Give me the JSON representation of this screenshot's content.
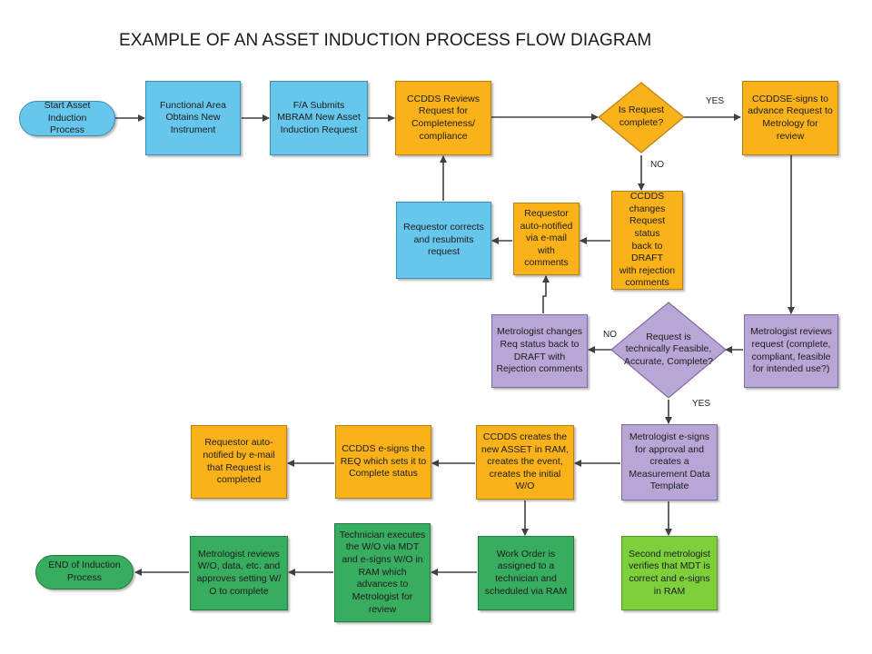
{
  "title": "EXAMPLE OF AN ASSET INDUCTION PROCESS FLOW DIAGRAM",
  "colors": {
    "blue": "#66c6ec",
    "orange": "#f9b21a",
    "purple": "#b8a6d6",
    "light_green": "#7dcf3c",
    "dark_green": "#38ad5f",
    "connector": "#404040"
  },
  "nodes": {
    "start": "Start Asset Induction\nProcess",
    "functional_area": "Functional Area\nObtains New\nInstrument",
    "fa_submits": "F/A Submits\nMBRAM New Asset\nInduction Request",
    "ccdds_reviews": "CCDDS Reviews\nRequest for\nCompleteness/\ncompliance",
    "is_complete": "Is Request\ncomplete?",
    "ccddse_signs": "CCDDSE-signs to\nadvance Request to\nMetrology for\nreview",
    "ccdds_changes": "CCDDS\nchanges\nRequest status\nback to DRAFT\nwith rejection\ncomments",
    "requestor_autonotified": "Requestor\nauto-notified\nvia e-mail\nwith\ncomments",
    "requestor_corrects": "Requestor corrects\nand resubmits\nrequest",
    "metrologist_reviews_request": "Metrologist reviews\nrequest (complete,\ncompliant, feasible\nfor intended use?)",
    "is_feasible": "Request is\ntechnically Feasible,\nAccurate, Complete?",
    "metrologist_changes": "Metrologist changes\nReq status back to\nDRAFT with\nRejection comments",
    "metrologist_esigns": "Metrologist e-signs\nfor approval and\ncreates a\nMeasurement Data\nTemplate",
    "ccdds_creates": "CCDDS creates the\nnew ASSET in RAM,\ncreates the event,\ncreates the initial\nW/O",
    "ccdds_esigns_req": "CCDDS e-signs the\nREQ which sets it to\nComplete status",
    "requestor_notified_complete": "Requestor auto-\nnotified by e-mail\nthat Request is\ncompleted",
    "second_metrologist": "Second metrologist\nverifies that MDT is\ncorrect and e-signs\nin RAM",
    "work_order": "Work Order is\nassigned  to a\ntechnician and\nscheduled via RAM",
    "technician_executes": "Technician executes\nthe W/O via MDT\nand e-signs W/O in\nRAM which\nadvances to\nMetrologist for\nreview",
    "metrologist_reviews_wo": "Metrologist reviews\nW/O, data, etc. and\napproves setting W/\nO to complete",
    "end": "END of Induction\nProcess"
  },
  "edge_labels": {
    "complete_yes": "YES",
    "complete_no": "NO",
    "feasible_no": "NO",
    "feasible_yes": "YES"
  }
}
